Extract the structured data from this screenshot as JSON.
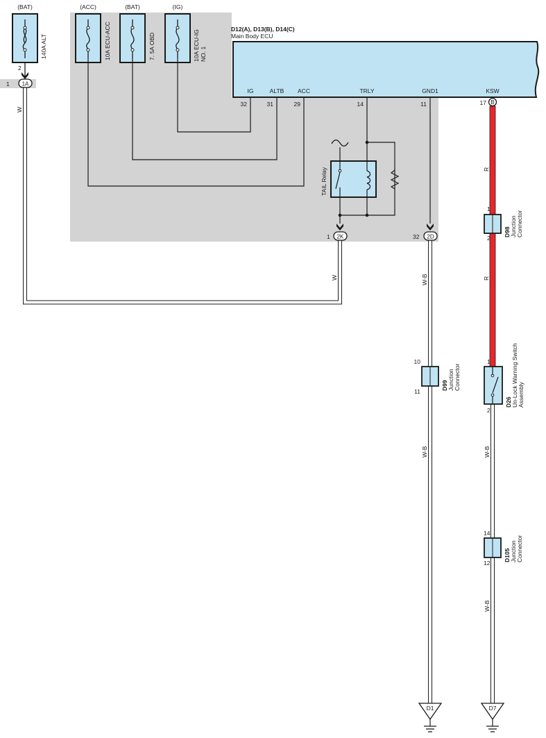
{
  "colors": {
    "shade": "#d3d3d3",
    "box_fill": "#bfe3f2",
    "box_stroke": "#1a1a1a",
    "wire": "#1a1a1a",
    "red_wire": "#e8262d"
  },
  "fuses": [
    {
      "source": "(BAT)",
      "name": "140A ALT",
      "pin": "2"
    },
    {
      "source": "(ACC)",
      "name": "10A ECU-ACC"
    },
    {
      "source": "(BAT)",
      "name": "7. 5A OBD"
    },
    {
      "source": "(IG)",
      "name": "10A ECU-IG",
      "name2": "NO. 1"
    }
  ],
  "ecu": {
    "code": "D12(A), D13(B), D14(C)",
    "name": "Main Body ECU",
    "pins": [
      {
        "label": "IG",
        "num": "32"
      },
      {
        "label": "ALTB",
        "num": "31"
      },
      {
        "label": "ACC",
        "num": "29"
      },
      {
        "label": "TRLY",
        "num": "14"
      },
      {
        "label": "GND1",
        "num": "11"
      },
      {
        "label": "KSW",
        "num": "17",
        "connector": "B"
      }
    ]
  },
  "connectors": {
    "c1A": {
      "pin": "1",
      "id": "1A"
    },
    "c2K": {
      "pin": "1",
      "id": "2K"
    },
    "c2D": {
      "pin": "32",
      "id": "2D"
    }
  },
  "relay": {
    "name": "TAIL Relay"
  },
  "wire_colors": {
    "w_main": "W",
    "w_lower": "W",
    "wb": "W-B",
    "r": "R"
  },
  "junctions": {
    "d98": {
      "code": "D98",
      "line1": "Junction",
      "line2": "Connector",
      "pin_top": "1",
      "pin_bottom": "2"
    },
    "d99": {
      "code": "D99",
      "line1": "Junction",
      "line2": "Connector",
      "pin_top": "10",
      "pin_bottom": "11"
    },
    "d105": {
      "code": "D105",
      "line1": "Junction",
      "line2": "Connector",
      "pin_top": "14",
      "pin_bottom": "12"
    }
  },
  "switch_d26": {
    "code": "D26",
    "line1": "Un-Lock Warning Switch",
    "line2": "Assembly",
    "pin_top": "1",
    "pin_bottom": "2"
  },
  "grounds": {
    "g1": "D1",
    "g2": "D7"
  }
}
